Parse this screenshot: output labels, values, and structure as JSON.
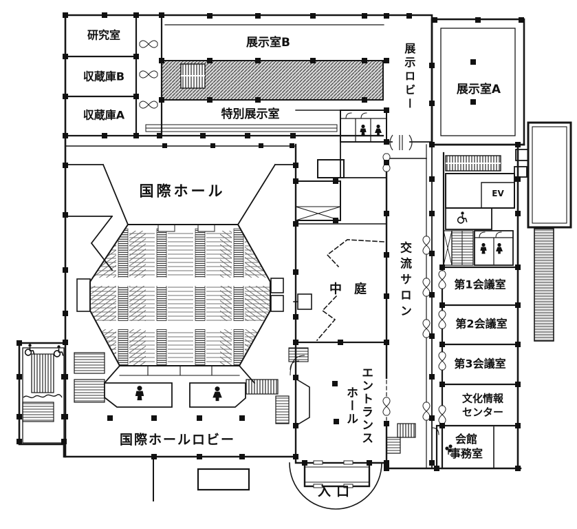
{
  "plan": {
    "title": "floor-plan",
    "labels": {
      "research": "研究室",
      "storage_b": "収蔵庫B",
      "storage_a": "収蔵庫A",
      "exhibition_b": "展示室B",
      "special_exhibition": "特別展示室",
      "exhibition_lobby": "展示ロビー",
      "exhibition_a": "展示室A",
      "international_hall": "国際ホール",
      "courtyard": "中　庭",
      "exchange_salon": "交流サロン",
      "meeting_room_1": "第1会議室",
      "meeting_room_2": "第2会議室",
      "meeting_room_3": "第3会議室",
      "culture_info_center": [
        "文化情報",
        "センター"
      ],
      "hall_office": [
        "会館",
        "事務室"
      ],
      "entrance_hall": "エントランスホール",
      "hall_lobby": "国際ホールロビー",
      "entrance": "入口",
      "elevator": "EV"
    },
    "icons": {
      "male_toilet": "standing-person figure",
      "female_toilet": "dress-person figure",
      "wheelchair": "wheelchair symbol",
      "revolving_door": "revolving door symbol",
      "stairs": "hatched stair flights",
      "double_door": "butterfly double-door symbol",
      "plant": "potted plant"
    },
    "colors": {
      "wall": "#161616",
      "hatch_band": "#4a4a4a",
      "hatch_bg": "#d8d8d8",
      "seat_line": "#606060",
      "paper": "#ffffff"
    }
  }
}
